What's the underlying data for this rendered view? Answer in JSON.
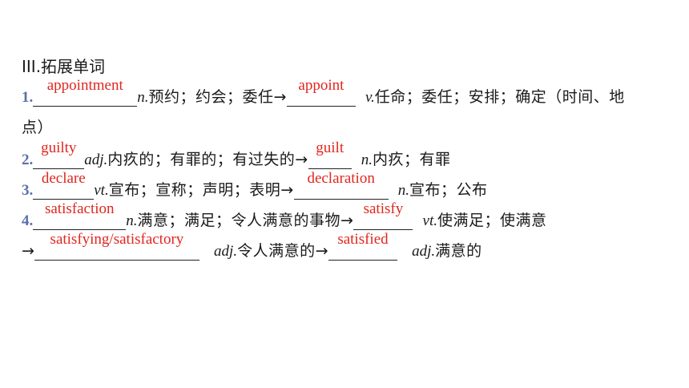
{
  "title": "III.拓展单词",
  "items": [
    {
      "num": "1.",
      "ans1": "appointment",
      "pos1": "n.",
      "def1": "预约；约会；委任→",
      "ans2": "appoint",
      "pos2": "v.",
      "def2": "任命；委任；安排；确定（时间、地",
      "def2b": "点）"
    },
    {
      "num": "2.",
      "ans1": "guilty",
      "pos1": "adj.",
      "def1": "内疚的；有罪的；有过失的→",
      "ans2": "guilt",
      "pos2": "n.",
      "def2": "内疚；有罪"
    },
    {
      "num": "3.",
      "ans1": "declare",
      "pos1": "vt.",
      "def1": "宣布；宣称；声明；表明→",
      "ans2": "declaration",
      "pos2": "n.",
      "def2": "宣布；公布"
    },
    {
      "num": "4.",
      "ans1": "satisfaction",
      "pos1": "n.",
      "def1": "满意；满足；令人满意的事物→",
      "ans2": "satisfy",
      "pos2": "vt.",
      "def2": "使满足；使满意",
      "arrow": "→",
      "ans3": "satisfying/satisfactory",
      "pos3": "adj.",
      "def3": "令人满意的→",
      "ans4": "satisfied",
      "pos4": "adj.",
      "def4": "满意的"
    }
  ]
}
